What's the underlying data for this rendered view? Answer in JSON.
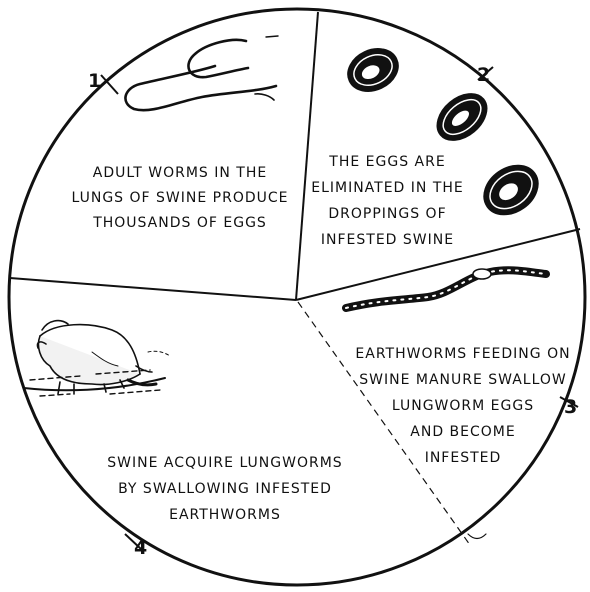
{
  "colors": {
    "ink": "#111111",
    "paper": "#ffffff"
  },
  "stages": [
    {
      "number": "1",
      "lines": [
        "ADULT WORMS IN THE",
        "LUNGS OF SWINE PRODUCE",
        "THOUSANDS OF EGGS"
      ]
    },
    {
      "number": "2",
      "lines": [
        "THE EGGS ARE",
        "ELIMINATED IN THE",
        "DROPPINGS OF",
        "INFESTED SWINE"
      ]
    },
    {
      "number": "3",
      "lines": [
        "EARTHWORMS FEEDING ON",
        "SWINE MANURE SWALLOW",
        "LUNGWORM EGGS",
        "AND BECOME",
        "INFESTED"
      ]
    },
    {
      "number": "4",
      "lines": [
        "SWINE ACQUIRE LUNGWORMS",
        "BY SWALLOWING INFESTED",
        "EARTHWORMS"
      ]
    }
  ],
  "illustrations": [
    "lungworm-drawing",
    "egg-drawing",
    "earthworm-drawing",
    "pig-drawing"
  ]
}
